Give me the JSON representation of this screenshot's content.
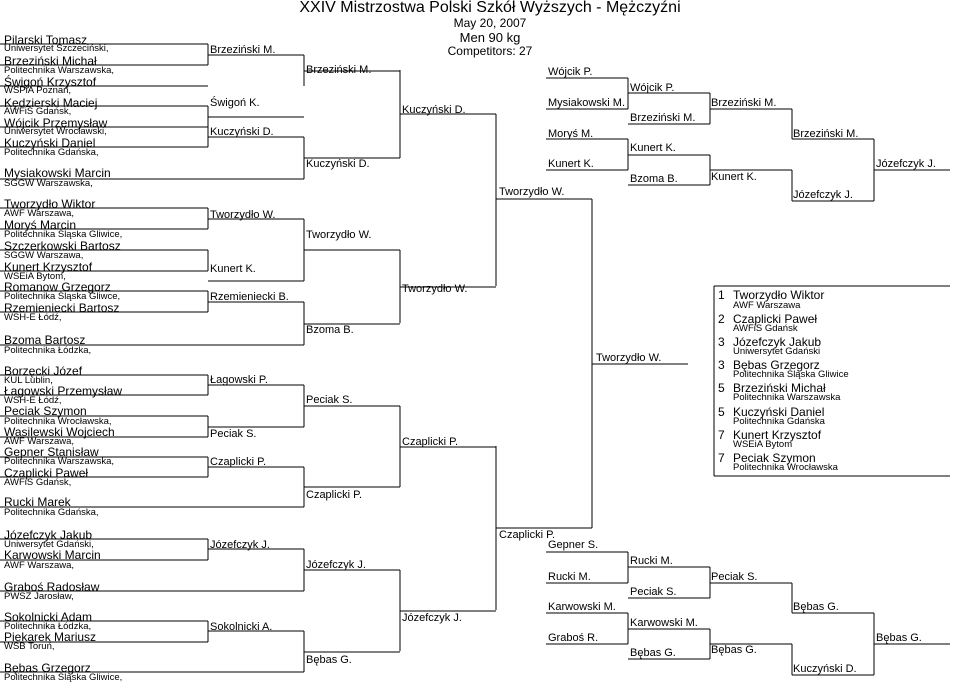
{
  "header": {
    "title": "XXIV Mistrzostwa Polski Szkół Wyższych - Mężczyźni",
    "date": "May 20, 2007",
    "category": "Men 90 kg",
    "competitors": "Competitors: 27"
  },
  "competitors": [
    {
      "name": "Pilarski Tomasz",
      "club": "Uniwersytet Szczeciński,"
    },
    {
      "name": "Brzeziński Michał",
      "club": "Politechnika Warszawska,"
    },
    {
      "name": "Świgoń Krzysztof",
      "club": "WSPiA Poznań,"
    },
    {
      "name": "Kędzierski Maciej",
      "club": "AWFiS Gdańsk,"
    },
    {
      "name": "Wójcik Przemysław",
      "club": "Uniwersytet Wrocławski,"
    },
    {
      "name": "Kuczyński Daniel",
      "club": "Politechnika Gdańska,"
    },
    {
      "name": "Mysiakowski Marcin",
      "club": "SGGW Warszawska,"
    },
    {
      "name": "Tworzydło Wiktor",
      "club": "AWF Warszawa,"
    },
    {
      "name": "Moryś Marcin",
      "club": "Politechnika Śląska Gliwice,"
    },
    {
      "name": "Szczerkowski Bartosz",
      "club": "SGGW Warszawa,"
    },
    {
      "name": "Kunert Krzysztof",
      "club": "WSEiA Bytom,"
    },
    {
      "name": "Romanow Grzegorz",
      "club": "Politechnika Śląska Gliwce,"
    },
    {
      "name": "Rzemieniecki Bartosz",
      "club": "WSH-E Łódź,"
    },
    {
      "name": "Bzoma Bartosz",
      "club": "Politechnika Łódzka,"
    },
    {
      "name": "Borzęcki Józef",
      "club": "KUL Lublin,"
    },
    {
      "name": "Łagowski Przemysław",
      "club": "WSH-E Łódź,"
    },
    {
      "name": "Peciak Szymon",
      "club": "Politechnika Wrocławska,"
    },
    {
      "name": "Wasilewski Wojciech",
      "club": "AWF Warszawa,"
    },
    {
      "name": "Gepner Stanisław",
      "club": "Politechnika Warszawska,"
    },
    {
      "name": "Czaplicki Paweł",
      "club": "AWFiS Gdańsk,"
    },
    {
      "name": "Rucki Marek",
      "club": "Politechnika Gdańska,"
    },
    {
      "name": "Józefczyk Jakub",
      "club": "Uniwersytet Gdański,"
    },
    {
      "name": "Karwowski Marcin",
      "club": "AWF Warszawa,"
    },
    {
      "name": "Graboś Radosław",
      "club": "PWSZ Jarosław,"
    },
    {
      "name": "Sokolnicki Adam",
      "club": "Politechnika Łódzka,"
    },
    {
      "name": "Piekarek Mariusz",
      "club": "WSB Toruń,"
    },
    {
      "name": "Bębas Grzegorz",
      "club": "Politechnika Śląska Gliwice,"
    }
  ],
  "main_bracket": {
    "round1": [
      "Brzeziński M.",
      "Świgoń K.",
      "Kuczyński D.",
      "Tworzydło W.",
      "Kunert K.",
      "Rzemieniecki B.",
      "Łagowski P.",
      "Peciak S.",
      "Czaplicki P.",
      "Józefczyk J.",
      "Sokolnicki A."
    ],
    "round2": [
      "Brzeziński M.",
      "Kuczyński D.",
      "Tworzydło W.",
      "Bzoma B.",
      "Peciak S.",
      "Czaplicki P.",
      "Józefczyk J.",
      "Bębas G."
    ],
    "round3": [
      "Kuczyński D.",
      "Tworzydło W.",
      "Czaplicki P.",
      "Józefczyk J."
    ],
    "semifinal": [
      "Tworzydło W.",
      "Czaplicki P."
    ],
    "final": "Tworzydło W."
  },
  "repechage_top": {
    "col1": [
      "Wójcik P.",
      "Mysiakowski M.",
      "Moryś M.",
      "Kunert K."
    ],
    "col2": [
      "Wójcik P.",
      "Brzeziński M.",
      "Kunert K.",
      "Bzoma B."
    ],
    "col3": [
      "Brzeziński M.",
      "Kunert K."
    ],
    "col4": [
      "Brzeziński M.",
      "Józefczyk J."
    ],
    "col5": "Józefczyk J."
  },
  "repechage_bottom": {
    "col1": [
      "Gepner S.",
      "Rucki M.",
      "Karwowski M.",
      "Graboś R."
    ],
    "col2": [
      "Rucki M.",
      "Peciak S.",
      "Karwowski M.",
      "Bębas G."
    ],
    "col3": [
      "Peciak S.",
      "Bębas G."
    ],
    "col4": [
      "Bębas G.",
      "Kuczyński D."
    ],
    "col5": "Bębas G."
  },
  "results": [
    {
      "place": "1",
      "name": "Tworzydło Wiktor",
      "club": "AWF Warszawa"
    },
    {
      "place": "2",
      "name": "Czaplicki Paweł",
      "club": "AWFiS Gdańsk"
    },
    {
      "place": "3",
      "name": "Józefczyk Jakub",
      "club": "Uniwersytet Gdański"
    },
    {
      "place": "3",
      "name": "Bębas Grzegorz",
      "club": "Politechnika Śląska Gliwice"
    },
    {
      "place": "5",
      "name": "Brzeziński Michał",
      "club": "Politechnika Warszawska"
    },
    {
      "place": "5",
      "name": "Kuczyński Daniel",
      "club": "Politechnika Gdańska"
    },
    {
      "place": "7",
      "name": "Kunert Krzysztof",
      "club": "WSEiA Bytom"
    },
    {
      "place": "7",
      "name": "Peciak Szymon",
      "club": "Politechnika Wrocławska"
    }
  ]
}
